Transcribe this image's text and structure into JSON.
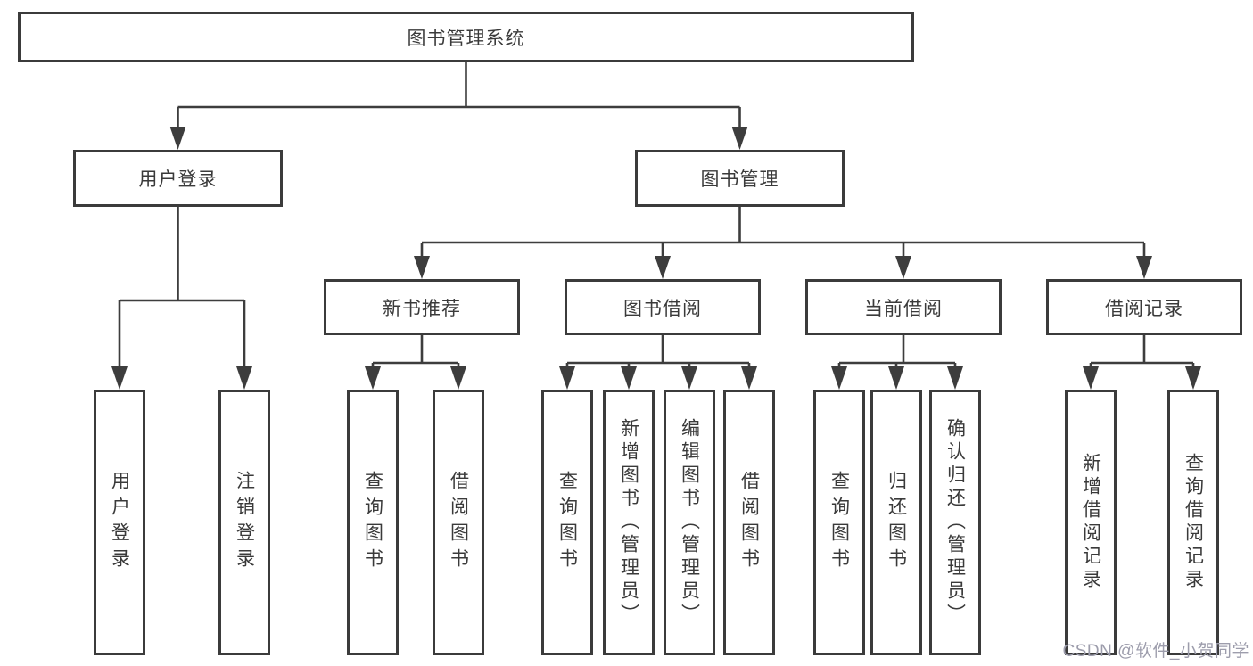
{
  "diagram": {
    "root": "图书管理系统",
    "level2": [
      {
        "label": "用户登录",
        "children": [
          "用户登录",
          "注销登录"
        ]
      },
      {
        "label": "图书管理",
        "children": [
          {
            "label": "新书推荐",
            "children": [
              "查询图书",
              "借阅图书"
            ]
          },
          {
            "label": "图书借阅",
            "children": [
              "查询图书",
              "新增图书（管理员）",
              "编辑图书（管理员）",
              "借阅图书"
            ]
          },
          {
            "label": "当前借阅",
            "children": [
              "查询图书",
              "归还图书",
              "确认归还（管理员）"
            ]
          },
          {
            "label": "借阅记录",
            "children": [
              "新增借阅记录",
              "查询借阅记录"
            ]
          }
        ]
      }
    ]
  },
  "watermark": {
    "text": "CSDN @软件_小贺同学"
  },
  "colors": {
    "line": "#3d3d3d",
    "box_border": "#3b3b3b",
    "text": "#3a3a3a",
    "watermark": "#9d9dac",
    "background": "#ffffff"
  }
}
